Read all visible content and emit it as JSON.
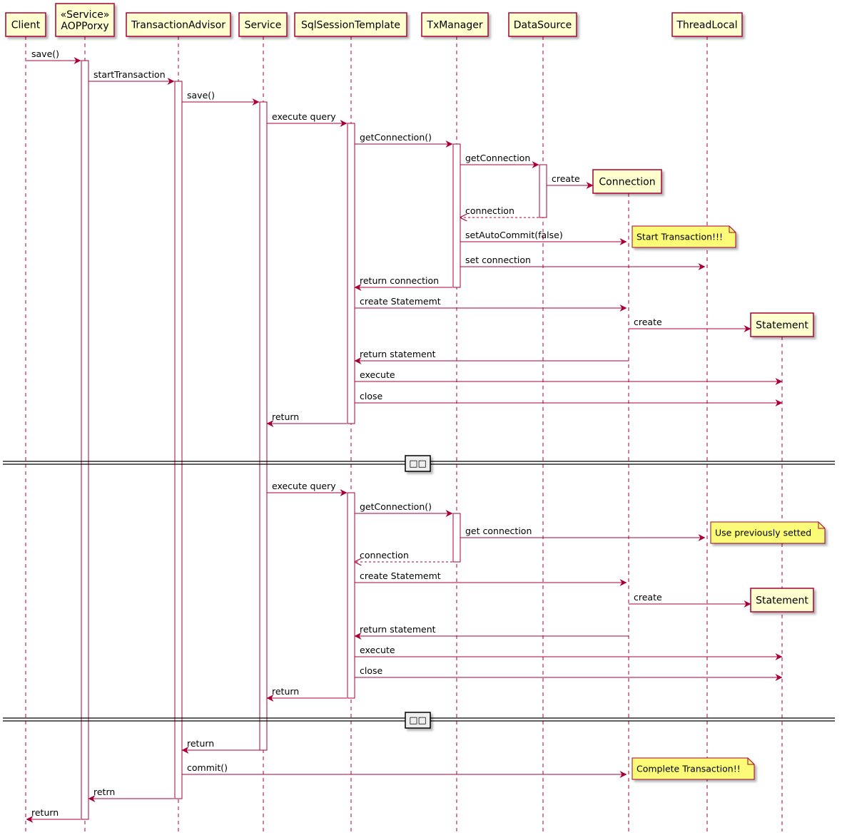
{
  "participants": [
    {
      "id": "client",
      "lines": [
        "Client"
      ]
    },
    {
      "id": "aop",
      "lines": [
        "«Service»",
        "AOPPorxy"
      ]
    },
    {
      "id": "advisor",
      "lines": [
        "TransactionAdvisor"
      ]
    },
    {
      "id": "service",
      "lines": [
        "Service"
      ]
    },
    {
      "id": "sqlsession",
      "lines": [
        "SqlSessionTemplate"
      ]
    },
    {
      "id": "txmanager",
      "lines": [
        "TxManager"
      ]
    },
    {
      "id": "datasource",
      "lines": [
        "DataSource"
      ]
    },
    {
      "id": "threadlocal",
      "lines": [
        "ThreadLocal"
      ]
    },
    {
      "id": "connection",
      "lines": [
        "Connection"
      ]
    },
    {
      "id": "statement",
      "lines": [
        "Statement"
      ]
    },
    {
      "id": "statement2",
      "lines": [
        "Statement"
      ]
    }
  ],
  "messages": [
    {
      "from": "client",
      "to": "aop",
      "label": "save()",
      "dashed": false
    },
    {
      "from": "aop",
      "to": "advisor",
      "label": "startTransaction",
      "dashed": false
    },
    {
      "from": "advisor",
      "to": "service",
      "label": "save()",
      "dashed": false
    },
    {
      "from": "service",
      "to": "sqlsession",
      "label": "execute query",
      "dashed": false
    },
    {
      "from": "sqlsession",
      "to": "txmanager",
      "label": "getConnection()",
      "dashed": false
    },
    {
      "from": "txmanager",
      "to": "datasource",
      "label": "getConnection",
      "dashed": false
    },
    {
      "from": "datasource",
      "to": "connection",
      "label": "create",
      "dashed": false,
      "creates": true
    },
    {
      "from": "datasource",
      "to": "txmanager",
      "label": "connection",
      "dashed": true
    },
    {
      "from": "txmanager",
      "to": "connection",
      "label": "setAutoCommit(false)",
      "dashed": false
    },
    {
      "from": "txmanager",
      "to": "threadlocal",
      "label": "set connection",
      "dashed": false
    },
    {
      "from": "txmanager",
      "to": "sqlsession",
      "label": "return connection",
      "dashed": false
    },
    {
      "from": "sqlsession",
      "to": "connection",
      "label": "create Statememt",
      "dashed": false
    },
    {
      "from": "connection",
      "to": "statement",
      "label": "create",
      "dashed": false,
      "creates": true
    },
    {
      "from": "connection",
      "to": "sqlsession",
      "label": "return statement",
      "dashed": false
    },
    {
      "from": "sqlsession",
      "to": "statement",
      "label": "execute",
      "dashed": false
    },
    {
      "from": "sqlsession",
      "to": "statement",
      "label": "close",
      "dashed": false
    },
    {
      "from": "sqlsession",
      "to": "service",
      "label": "return",
      "dashed": false
    },
    {
      "from": "service",
      "to": "sqlsession",
      "label": "execute query",
      "dashed": false
    },
    {
      "from": "sqlsession",
      "to": "txmanager",
      "label": "getConnection()",
      "dashed": false
    },
    {
      "from": "txmanager",
      "to": "threadlocal",
      "label": "get connection",
      "dashed": false
    },
    {
      "from": "txmanager",
      "to": "sqlsession",
      "label": "connection",
      "dashed": true
    },
    {
      "from": "sqlsession",
      "to": "connection",
      "label": "create Statememt",
      "dashed": false
    },
    {
      "from": "connection",
      "to": "statement2",
      "label": "create",
      "dashed": false,
      "creates": true
    },
    {
      "from": "connection",
      "to": "sqlsession",
      "label": "return statement",
      "dashed": false
    },
    {
      "from": "sqlsession",
      "to": "statement2",
      "label": "execute",
      "dashed": false
    },
    {
      "from": "sqlsession",
      "to": "statement2",
      "label": "close",
      "dashed": false
    },
    {
      "from": "sqlsession",
      "to": "service",
      "label": "return",
      "dashed": false
    },
    {
      "from": "service",
      "to": "advisor",
      "label": "return",
      "dashed": false
    },
    {
      "from": "advisor",
      "to": "connection",
      "label": "commit()",
      "dashed": false
    },
    {
      "from": "advisor",
      "to": "aop",
      "label": "retrn",
      "dashed": false
    },
    {
      "from": "aop",
      "to": "client",
      "label": "return",
      "dashed": false
    }
  ],
  "notes": [
    {
      "label": "Start Transaction!!!"
    },
    {
      "label": "Use previously setted"
    },
    {
      "label": "Complete Transaction!!"
    }
  ],
  "dividers": [
    {
      "label": "□□"
    },
    {
      "label": "□□"
    }
  ],
  "colors": {
    "participant_fill": "#FEFECE",
    "participant_border": "#A80036",
    "arrow": "#A80036",
    "lifeline": "#A80036",
    "note_fill": "#FBFB77",
    "note_border": "#A80036"
  }
}
